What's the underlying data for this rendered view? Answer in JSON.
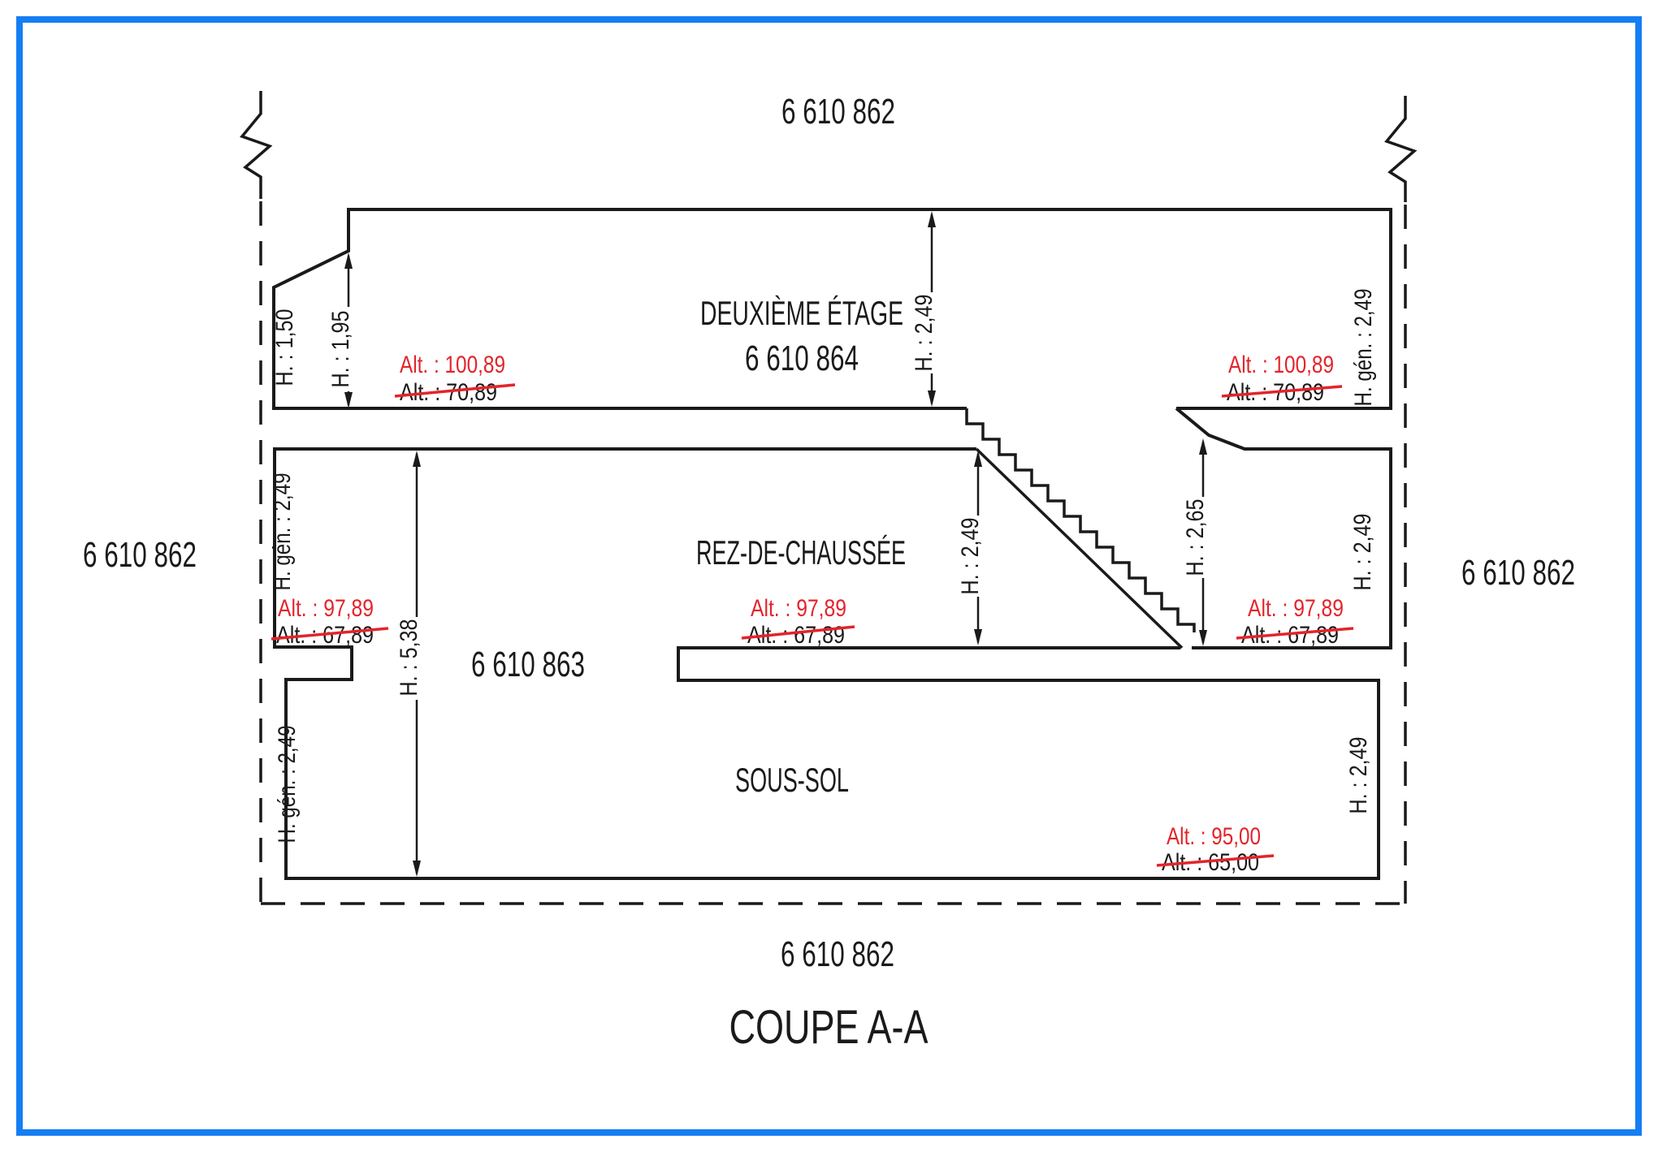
{
  "page": {
    "title": "COUPE A-A"
  },
  "frame": {
    "color": "#157ef2"
  },
  "colors": {
    "line": "#1a1a1a",
    "accent_red": "#e3242b"
  },
  "parcels": {
    "top": "6 610 862",
    "left": "6 610 862",
    "right": "6 610 862",
    "bottom": "6 610 862",
    "middle": "6 610 863",
    "second_floor": "6 610 864"
  },
  "floors": {
    "second": "DEUXIÈME ÉTAGE",
    "ground": "REZ-DE-CHAUSSÉE",
    "basement": "SOUS-SOL"
  },
  "dimensions": {
    "left_wall": "H. : 1,50",
    "left_slope": "H. : 1,95",
    "second_floor": "H. : 2,49",
    "second_floor_right": "H. gén. : 2,49",
    "ground_left": "H. gén. : 2,49",
    "ground_stair": "H. : 2,49",
    "stair_opening": "H. : 2,65",
    "ground_right": "H. : 2,49",
    "total": "H. : 5,38",
    "basement_left": "H. gén. : 2,49",
    "basement_right": "H. : 2,49"
  },
  "altitudes": {
    "second_left": {
      "current": "Alt. : 100,89",
      "previous": "Alt. : 70,89"
    },
    "second_right": {
      "current": "Alt. : 100,89",
      "previous": "Alt. : 70,89"
    },
    "ground_left": {
      "current": "Alt. : 97,89",
      "previous": "Alt. : 67,89"
    },
    "ground_middle": {
      "current": "Alt. : 97,89",
      "previous": "Alt. : 67,89"
    },
    "ground_right": {
      "current": "Alt. : 97,89",
      "previous": "Alt. : 67,89"
    },
    "basement": {
      "current": "Alt. : 95,00",
      "previous": "Alt. : 65,00"
    }
  }
}
